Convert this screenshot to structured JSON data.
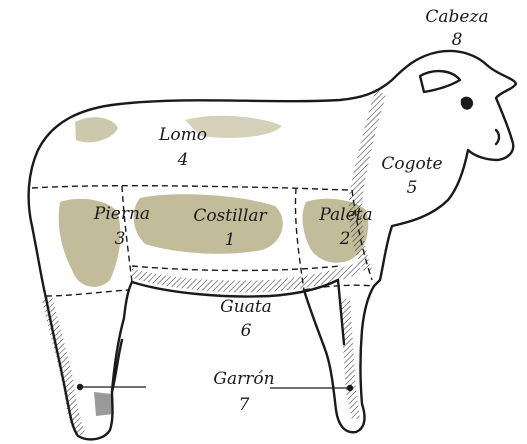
{
  "cuts": [
    {
      "id": "lomo",
      "name": "Lomo",
      "number": "4"
    },
    {
      "id": "cogote",
      "name": "Cogote",
      "number": "5"
    },
    {
      "id": "pierna",
      "name": "Pierna",
      "number": "3"
    },
    {
      "id": "costillar",
      "name": "Costillar",
      "number": "1"
    },
    {
      "id": "paleta",
      "name": "Paleta",
      "number": "2"
    },
    {
      "id": "guata",
      "name": "Guata",
      "number": "6"
    },
    {
      "id": "garron",
      "name": "Garrón",
      "number": "7"
    },
    {
      "id": "cabeza",
      "name": "Cabeza",
      "number": "8"
    }
  ],
  "colors": {
    "outline": "#1a1a1a",
    "shading": "#b7b08a",
    "background": "#ffffff"
  }
}
